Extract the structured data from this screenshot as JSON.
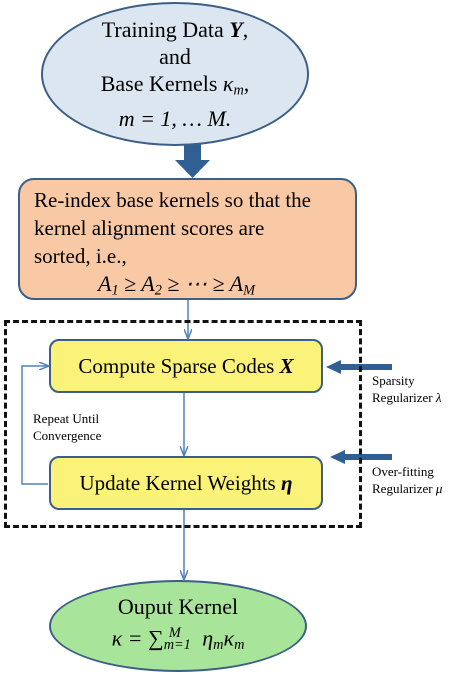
{
  "top_ellipse": {
    "line1": "Training Data ",
    "line1_math": "Y",
    "line1_end": ",",
    "line2": "and",
    "line3": "Base Kernels ",
    "line3_math": "κ",
    "line3_sub": "m",
    "line3_end": ",",
    "line4": "m = 1, … M."
  },
  "reindex_box": {
    "line1": "Re-index base kernels so that the",
    "line2": "kernel alignment scores are",
    "line3": "sorted, i.e.,",
    "formula_parts": {
      "a": "A",
      "s1": "1",
      "ge1": " ≥ ",
      "s2": "2",
      "ge2": " ≥ ⋯ ≥ ",
      "sM": "M"
    }
  },
  "sparse_box": {
    "label": "Compute Sparse Codes ",
    "math": "X"
  },
  "update_box": {
    "label": "Update Kernel Weights ",
    "math": "η"
  },
  "repeat_label": {
    "line1": "Repeat Until",
    "line2": "Convergence"
  },
  "sparsity_label": {
    "line1": "Sparsity",
    "line2": "Regularizer ",
    "math": "λ"
  },
  "overfit_label": {
    "line1": "Over-fitting",
    "line2": "Regularizer ",
    "math": "μ"
  },
  "bottom_ellipse": {
    "line1": "Ouput Kernel",
    "f_kappa": "κ",
    "f_eq": " = ",
    "f_sum": "∑",
    "f_sum_sub": "m=1",
    "f_sum_sup": "M",
    "f_eta": " η",
    "f_eta_sub": "m",
    "f_kappa2": "κ",
    "f_kappa2_sub": "m"
  },
  "colors": {
    "ellipse_top": "#dbe6f1",
    "ellipse_bottom": "#a8e49a",
    "reindex_box": "#f9c8a4",
    "yellow_box": "#fbf27a",
    "border": "#3b5f86",
    "arrow": "#2f5f93"
  }
}
